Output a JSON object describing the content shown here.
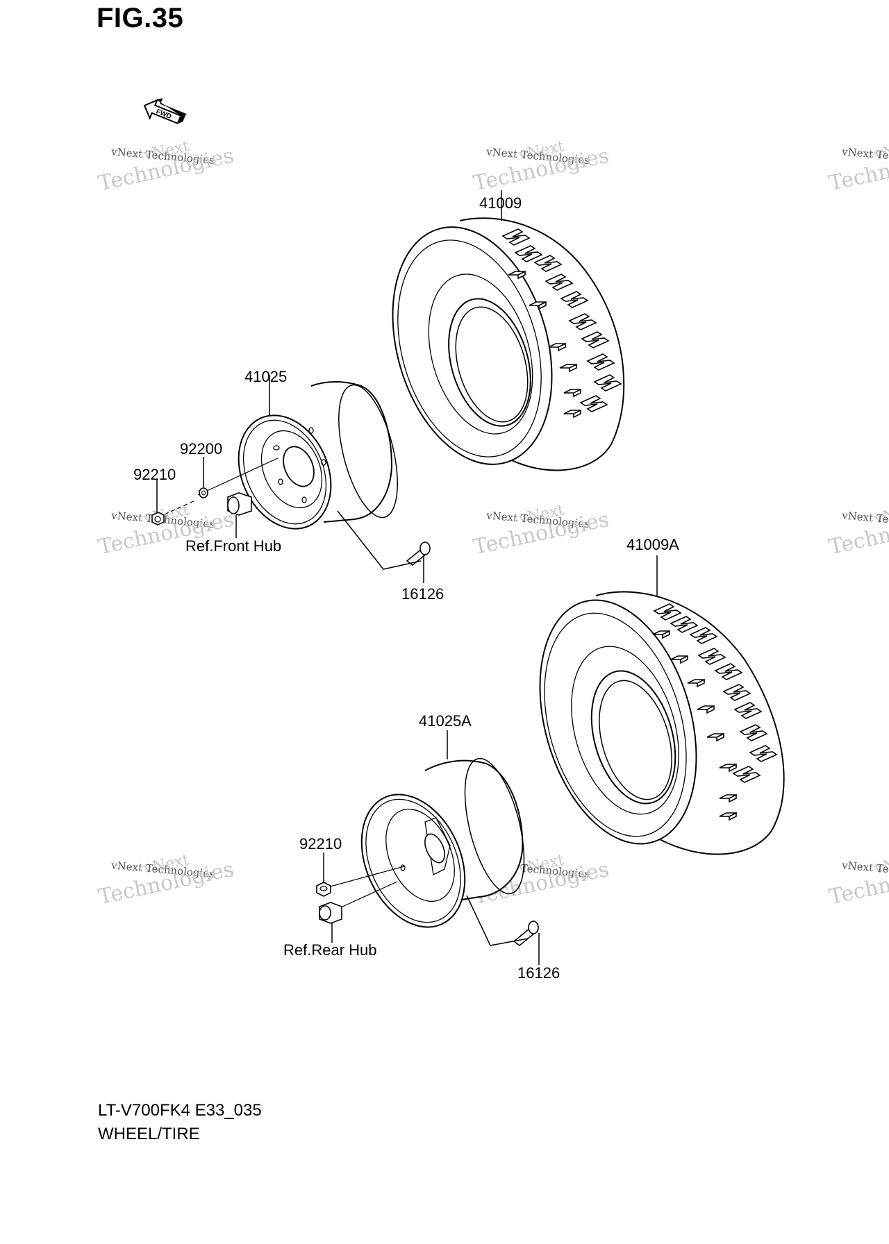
{
  "figure": {
    "title": "FIG.35"
  },
  "fwd_arrow": {
    "text": "FWD",
    "icon": "fwd-arrow-icon"
  },
  "watermark": {
    "top": "vNext",
    "middle": "vNext Technologies",
    "bottom": "Technologies"
  },
  "parts": {
    "tire_front": "41009",
    "tire_rear": "41009A",
    "wheel_front": "41025",
    "wheel_rear": "41025A",
    "washer_front": "92200",
    "nut_front": "92210",
    "nut_rear": "92210",
    "valve_front": "16126",
    "valve_rear": "16126",
    "ref_front_hub": "Ref.Front Hub",
    "ref_rear_hub": "Ref.Rear Hub"
  },
  "footer": {
    "model": "LT-V700FK4 E33_035",
    "section": "WHEEL/TIRE"
  }
}
